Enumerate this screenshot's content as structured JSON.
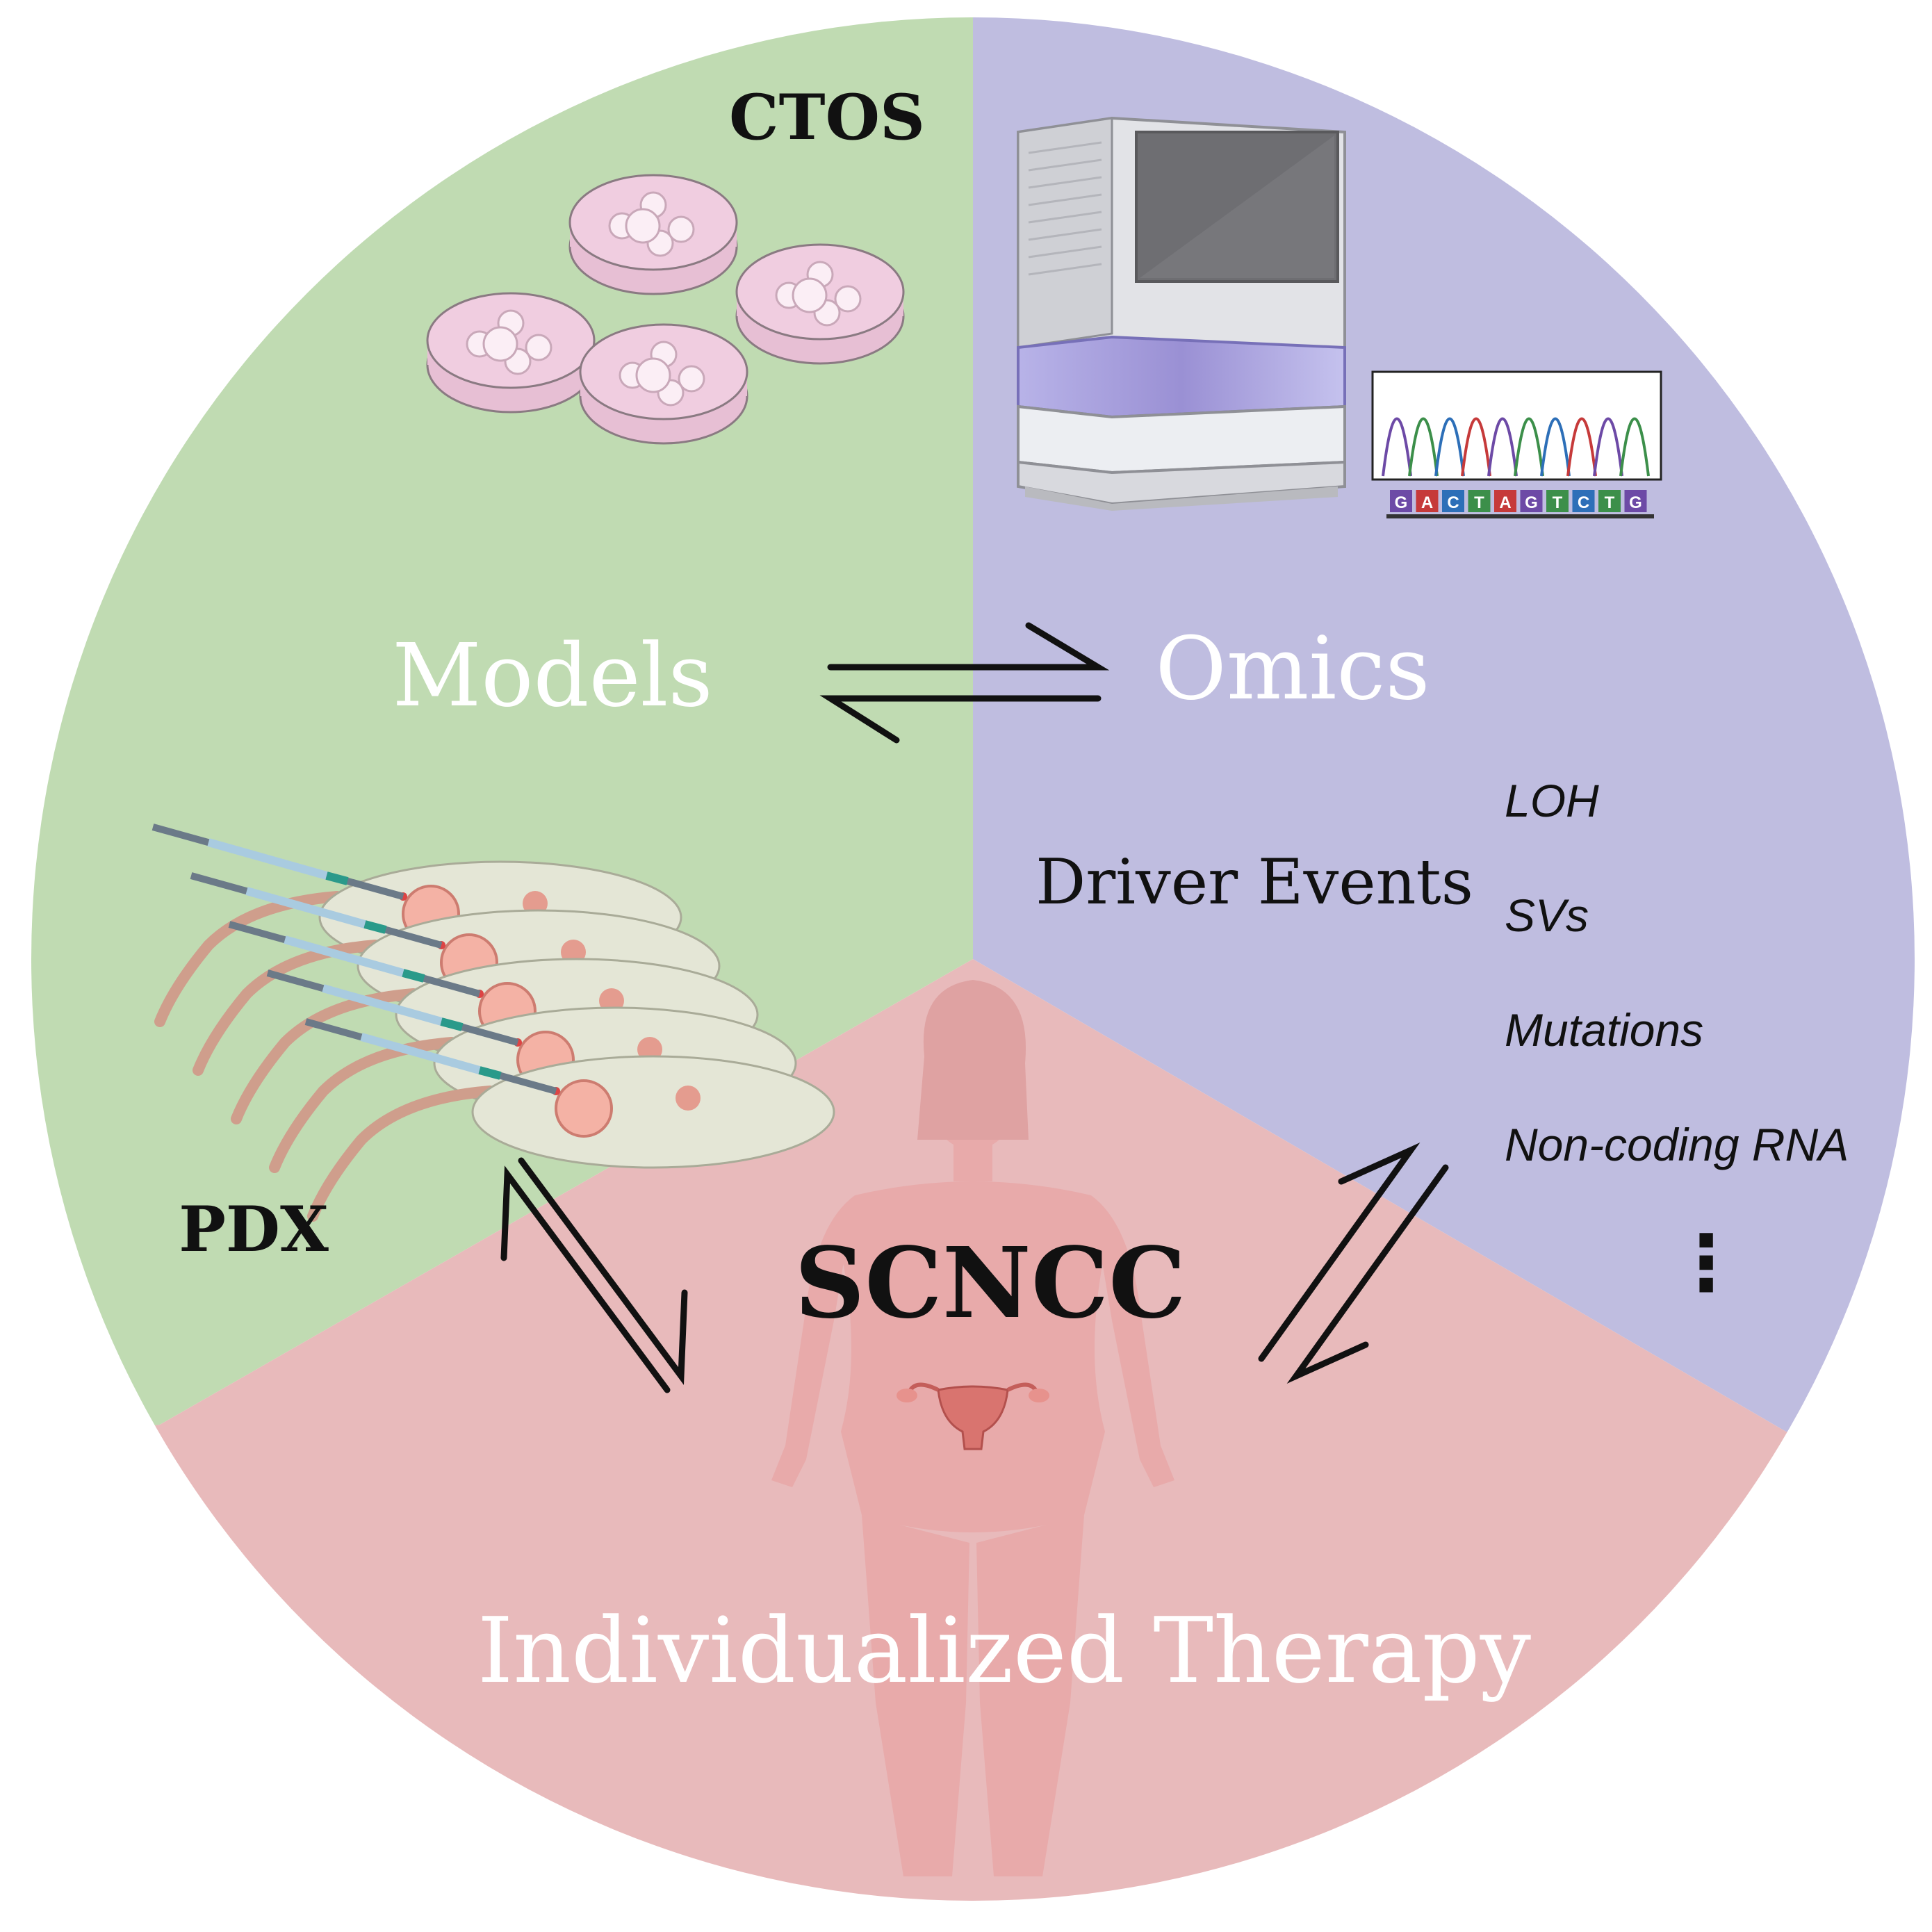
{
  "colors": {
    "models_sector": "#c0dbb2",
    "omics_sector": "#bfbde0",
    "therapy_sector": "#e8babb",
    "white_label": "#ffffff",
    "dark_label": "#111111",
    "arrow": "#111111",
    "petri": "#f0cde0",
    "body": "#f1a9a9",
    "machine": "#e3e4e8"
  },
  "sectors": {
    "models": {
      "label": "Models"
    },
    "omics": {
      "label": "Omics"
    },
    "therapy": {
      "label": "Individualized Therapy"
    }
  },
  "models": {
    "ctos_label": "CTOS",
    "pdx_label": "PDX"
  },
  "omics": {
    "driver_events_label": "Driver Events",
    "events": [
      "LOH",
      "SVs",
      "Mutations",
      "Non-coding RNA"
    ],
    "ellipsis": "⋮",
    "sequence_letters": [
      "G",
      "A",
      "C",
      "T",
      "A",
      "G",
      "T",
      "C",
      "T",
      "G"
    ]
  },
  "center": {
    "label": "SCNCC"
  },
  "icons": {
    "petri": "petri-dish-icon",
    "sequencer": "sequencer-icon",
    "chromatogram": "chromatogram-icon",
    "mouse": "mouse-icon",
    "syringe": "syringe-icon",
    "body": "human-body-icon",
    "uterus": "uterus-icon"
  }
}
